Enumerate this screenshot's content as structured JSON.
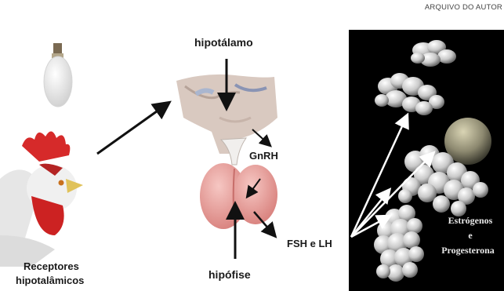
{
  "credit": "ARQUIVO DO AUTOR",
  "labels": {
    "hypothalamus": "hipotálamo",
    "gnrh": "GnRH",
    "fsh_lh": "FSH e LH",
    "pituitary": "hipófise",
    "receptors_line1": "Receptores",
    "receptors_line2": "hipotalâmicos",
    "estrogens": "Estrógenos",
    "and": "e",
    "progesterone": "Progesterona"
  },
  "colors": {
    "panel": "#000000",
    "gland": "#e89a96",
    "arrow_dark": "#111111",
    "arrow_light": "#ffffff"
  }
}
